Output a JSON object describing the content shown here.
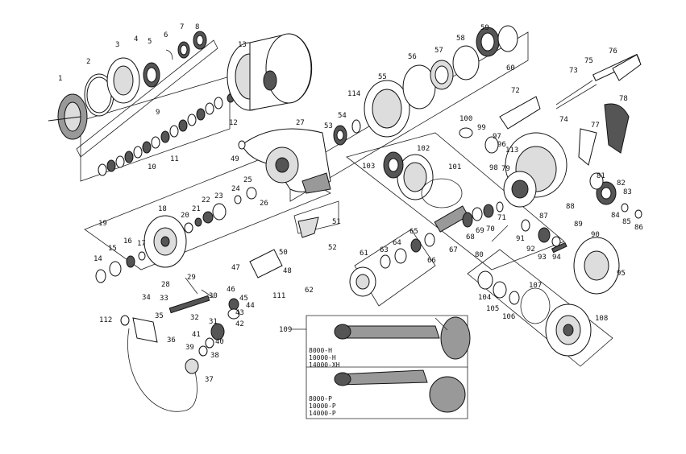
{
  "part_numbers": [
    "1",
    "2",
    "3",
    "4",
    "5",
    "6",
    "7",
    "8",
    "9",
    "10",
    "11",
    "12",
    "13",
    "14",
    "15",
    "16",
    "17",
    "18",
    "19",
    "20",
    "21",
    "22",
    "23",
    "24",
    "25",
    "26",
    "27",
    "28",
    "29",
    "30",
    "31",
    "32",
    "33",
    "34",
    "35",
    "36",
    "37",
    "38",
    "39",
    "40",
    "41",
    "42",
    "43",
    "44",
    "45",
    "46",
    "47",
    "48",
    "49",
    "50",
    "51",
    "52",
    "53",
    "54",
    "55",
    "56",
    "57",
    "58",
    "59",
    "60",
    "61",
    "62",
    "63",
    "64",
    "65",
    "66",
    "67",
    "68",
    "69",
    "70",
    "71",
    "72",
    "73",
    "74",
    "75",
    "76",
    "77",
    "78",
    "79",
    "80",
    "81",
    "82",
    "83",
    "84",
    "85",
    "86",
    "87",
    "88",
    "89",
    "90",
    "91",
    "92",
    "93",
    "94",
    "95",
    "96",
    "97",
    "98",
    "99",
    "100",
    "101",
    "102",
    "103",
    "104",
    "105",
    "106",
    "107",
    "108",
    "109",
    "111",
    "112",
    "113",
    "114"
  ],
  "handle_variants": {
    "group1": [
      "8000-H",
      "10000-H",
      "14000-XH"
    ],
    "group2": [
      "8000-P",
      "10000-P",
      "14000-P"
    ]
  }
}
